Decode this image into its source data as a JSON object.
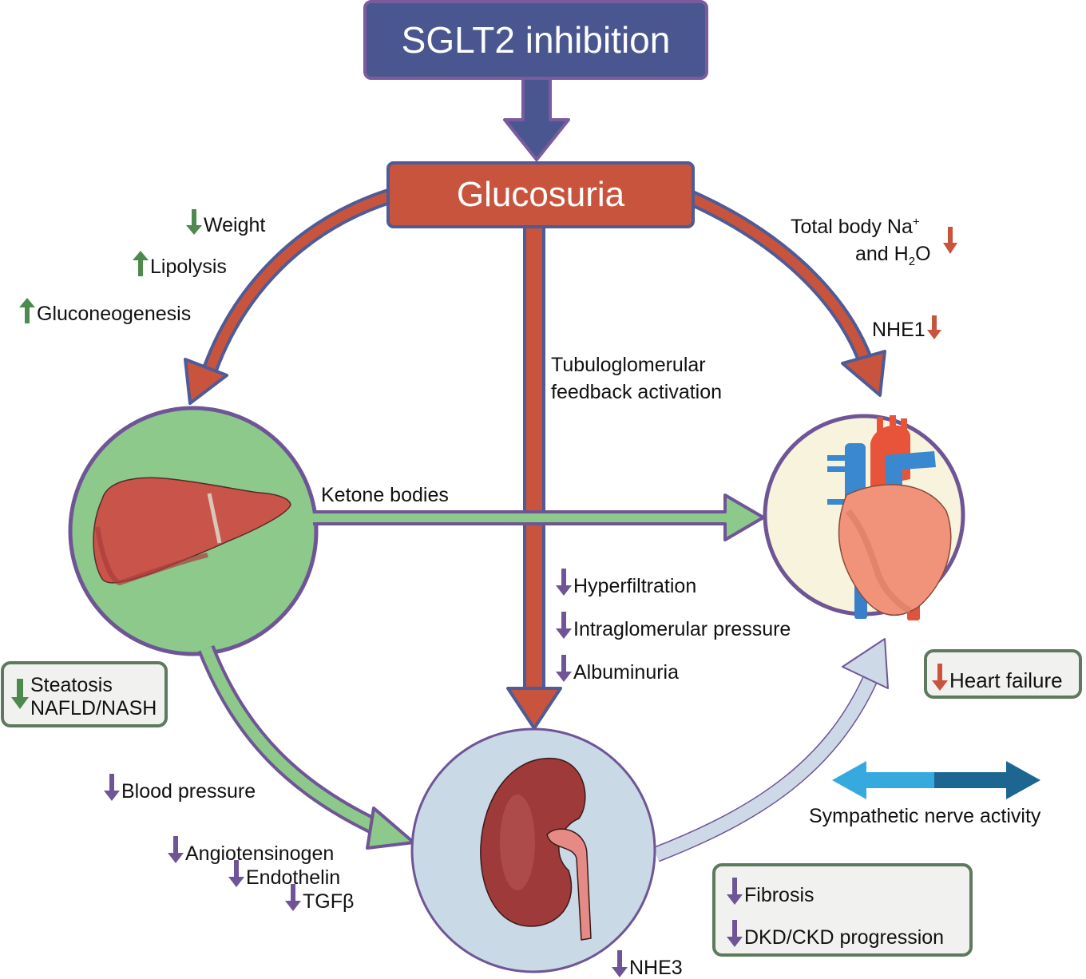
{
  "title": "SGLT2 inhibition",
  "center_node": "Glucosuria",
  "colors": {
    "title_fill": "#4a568f",
    "glucosuria_fill": "#c8543d",
    "liver_circle": "#8cc98a",
    "heart_circle": "#f7f3dc",
    "kidney_circle": "#c9d9e6",
    "increase_arrow": "#4e8a4e",
    "decrease_green": "#4e8a4e",
    "decrease_red": "#c8543d",
    "decrease_purple": "#6f5596",
    "sympathetic_light": "#36a9df",
    "sympathetic_dark": "#1e6692"
  },
  "liver_effects": [
    {
      "direction": "down",
      "label": "Weight"
    },
    {
      "direction": "up",
      "label": "Lipolysis"
    },
    {
      "direction": "up",
      "label": "Gluconeogenesis"
    }
  ],
  "heart_pathway": {
    "line1": "Total body Na",
    "line1_sup": "+",
    "line2_pre": "and H",
    "line2_sub": "2",
    "line2_post": "O",
    "nhe1": "NHE1"
  },
  "kidney_pathway": {
    "tgf_line1": "Tubuloglomerular",
    "tgf_line2": "feedback activation",
    "effects": [
      "Hyperfiltration",
      "Intraglomerular pressure",
      "Albuminuria"
    ]
  },
  "ketone_label": "Ketone bodies",
  "steatosis_box": {
    "line1": "Steatosis",
    "line2": "NAFLD/NASH"
  },
  "liver_to_kidney_effects": {
    "blood_pressure": "Blood pressure",
    "angiotensinogen": "Angiotensinogen",
    "endothelin": "Endothelin",
    "tgfb": "TGFβ"
  },
  "heart_failure_box": "Heart failure",
  "sympathetic_label": "Sympathetic nerve activity",
  "kidney_outcomes_box": [
    "Fibrosis",
    "DKD/CKD progression"
  ],
  "nhe3_label": "NHE3",
  "organs": {
    "liver": "liver-icon",
    "heart": "heart-icon",
    "kidney": "kidney-icon"
  }
}
